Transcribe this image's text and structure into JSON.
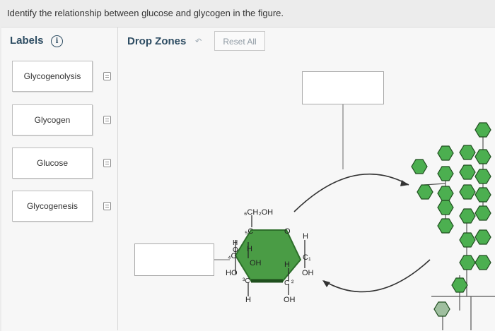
{
  "question": "Identify the relationship between glucose and glycogen in the figure.",
  "labels_panel": {
    "title": "Labels"
  },
  "drop_zones_panel": {
    "title": "Drop Zones",
    "reset_label": "Reset All"
  },
  "label_cards": [
    {
      "label": "Glycogenolysis"
    },
    {
      "label": "Glycogen"
    },
    {
      "label": "Glucose"
    },
    {
      "label": "Glycogenesis"
    }
  ],
  "molecule": {
    "c6_group": "₆CH₂OH",
    "c5": "₅C",
    "ring_o": "O",
    "c4": "₄C",
    "c1": "C₁",
    "c3": "³C",
    "c2": "C ²",
    "h_left": "H",
    "h_top_inner": "H",
    "oh_inner": "OH",
    "h_c2_top": "H",
    "h_right_top": "H",
    "oh_right": "OH",
    "ho_left": "HO",
    "oh_bottom": "OH",
    "h_bottom": "H",
    "o_left": "O",
    "o_right": "O",
    "h_left2": "H"
  },
  "colors": {
    "hexagon_fill": "#3f9b3f",
    "polymer_fill": "#4caf50",
    "heading": "#2e4d63"
  }
}
